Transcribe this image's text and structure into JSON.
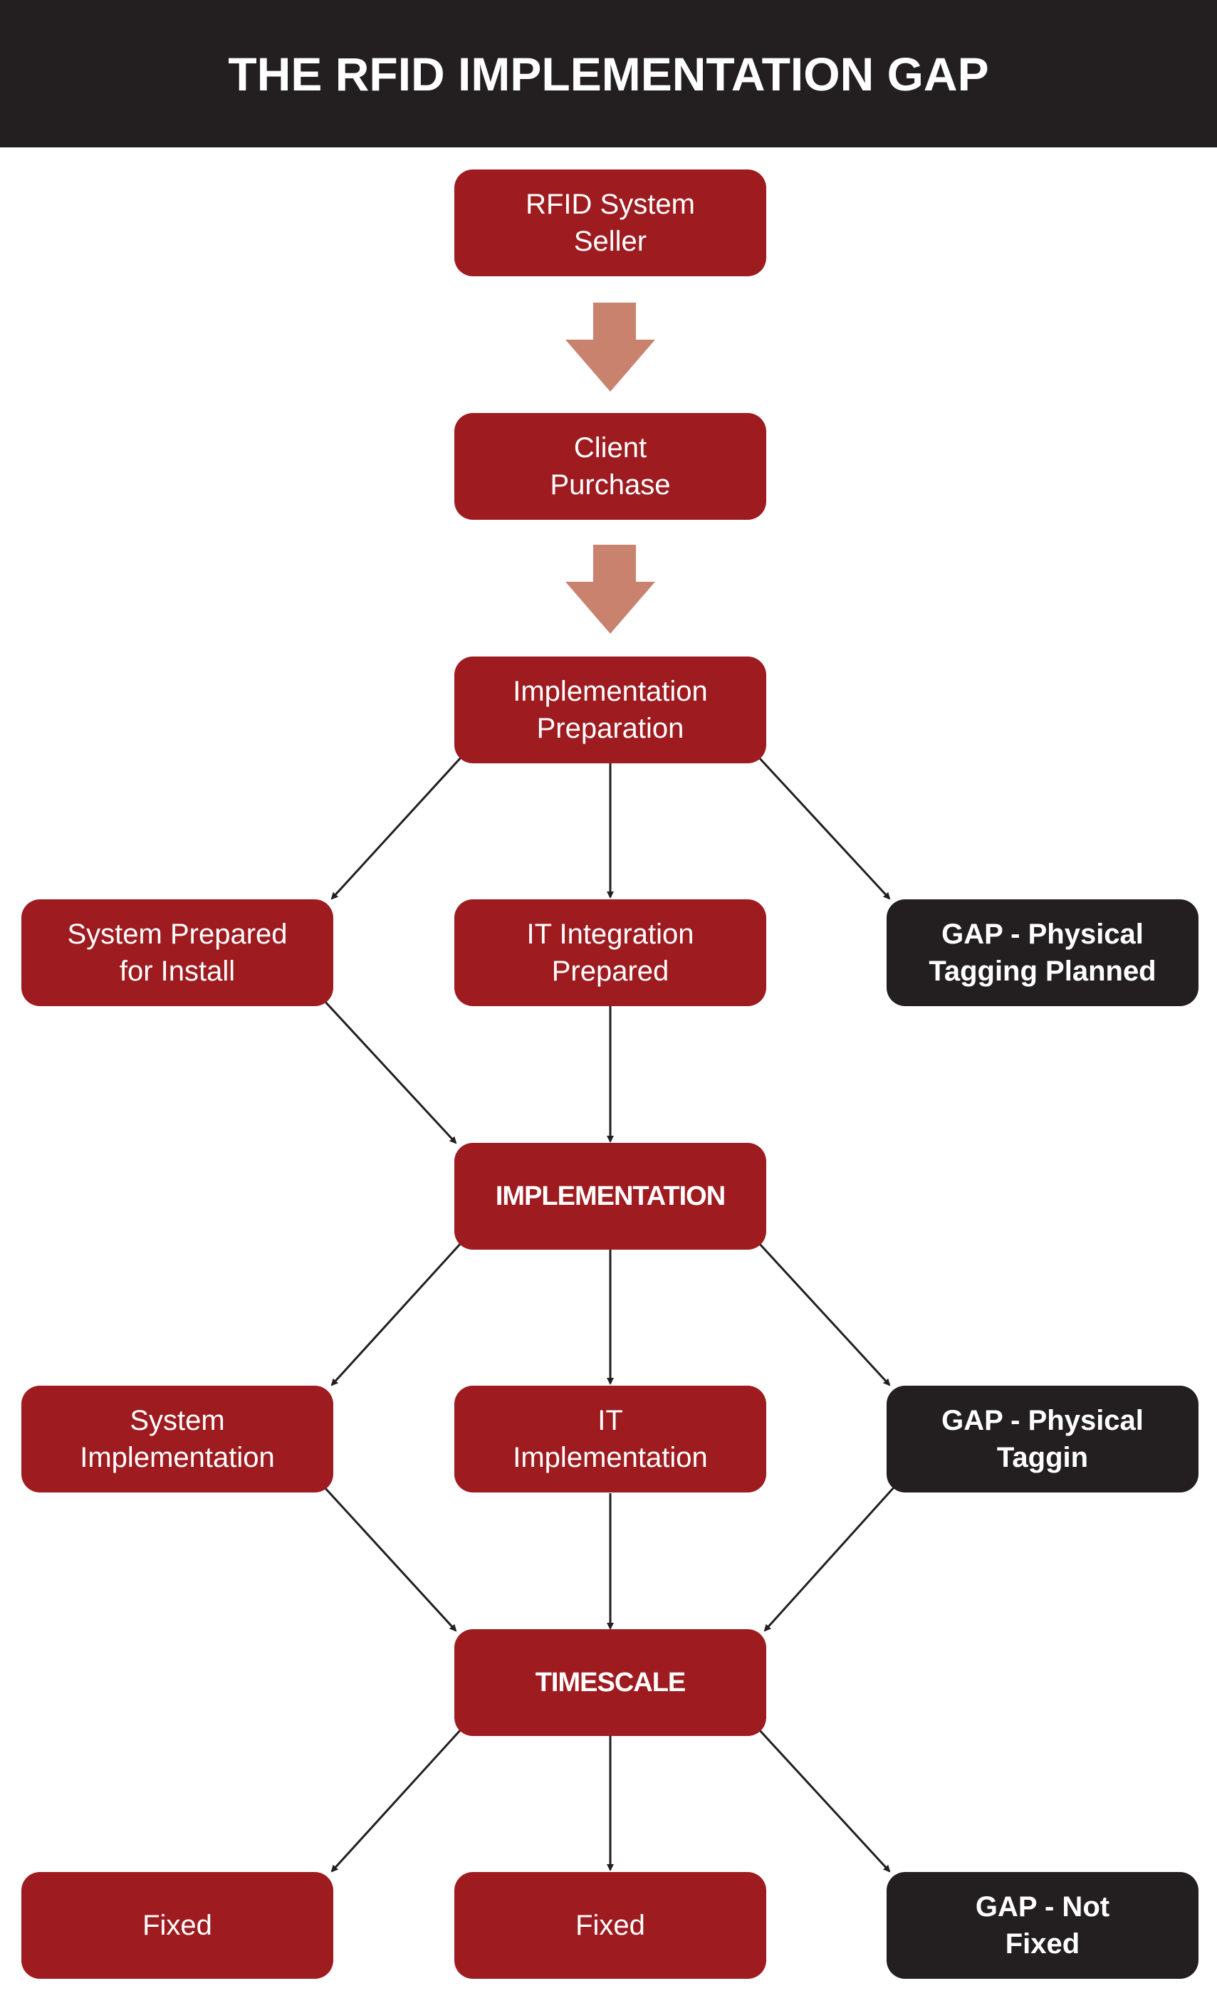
{
  "title": "THE RFID IMPLEMENTATION GAP",
  "nodes": {
    "seller": "RFID System\nSeller",
    "purchase": "Client\nPurchase",
    "prep": "Implementation\nPreparation",
    "sys_prep": "System Prepared\nfor Install",
    "it_prep": "IT Integration\nPrepared",
    "gap_planned": "GAP - Physical\nTagging Planned",
    "implementation": "IMPLEMENTATION",
    "sys_impl": "System\nImplementation",
    "it_impl": "IT\nImplementation",
    "gap_tagging": "GAP - Physical\nTaggin",
    "timescale": "TIMESCALE",
    "fixed_1": "Fixed",
    "fixed_2": "Fixed",
    "gap_not_fixed": "GAP - Not\nFixed"
  },
  "colors": {
    "header_bg": "#231f20",
    "node_red": "#9e1b20",
    "node_gap": "#231f20",
    "big_arrow": "#c8826e",
    "connector": "#231f20"
  }
}
